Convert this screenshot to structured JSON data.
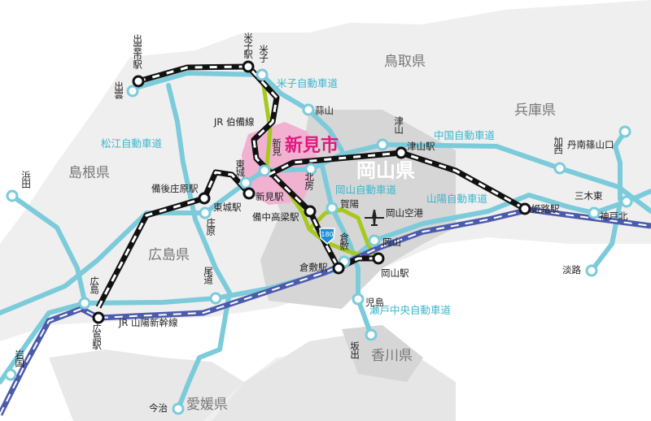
{
  "colors": {
    "land": "#efefef",
    "okayama": "#d6d6d6",
    "niimi": "#f1b2d2",
    "road": "#7ccbdb",
    "shinkansen": "#4c5bab",
    "green_route": "#a7c91e",
    "niimi_text": "#e5177e",
    "road_text": "#3bb6cc"
  },
  "prefectures": {
    "tottori": "鳥取県",
    "hyogo": "兵庫県",
    "shimane": "島根県",
    "hiroshima": "広島県",
    "kagawa": "香川県",
    "ehime": "愛媛県",
    "okayama": "岡山県"
  },
  "city": "新見市",
  "roads": {
    "yonago": "米子自動車道",
    "matsue": "松江自動車道",
    "chugoku": "中国自動車道",
    "okayama": "岡山自動車道",
    "sanyo": "山陽自動車道",
    "seto_chuo": "瀬戸中央自動車道"
  },
  "route_number": "180",
  "lines": {
    "hakubi": "JR 伯備線",
    "sanyo_shinkansen": "JR 山陽新幹線"
  },
  "stations": {
    "izumoshi": "出雲市駅",
    "yonago": "米子駅",
    "niimi": "新見駅",
    "tojo": "東城駅",
    "bingo_shobara": "備後庄原駅",
    "bitchu_takahashi": "備中高梁駅",
    "kurashiki": "倉敷駅",
    "okayama": "岡山駅",
    "tsuyama": "津山駅",
    "himeji": "姫路駅",
    "hiroshima": "広島駅"
  },
  "interchanges": {
    "izumo": "出雲",
    "yonago": "米子",
    "hiruzen": "蒜山",
    "niimi": "新見",
    "tojo": "東城",
    "hokubo": "北房",
    "shobara": "庄原",
    "tsuyama": "津山",
    "kasai": "加西",
    "tannan": "丹南篠山口",
    "mikihigashi": "三木東",
    "kobekita": "神戸北",
    "awaji": "淡路",
    "kayo": "賀陽",
    "okayama": "岡山",
    "kurashiki": "倉敷",
    "kojima": "児島",
    "sakaide": "坂出",
    "onomichi": "尾道",
    "hiroshima": "広島",
    "hamada": "浜田",
    "iwakuni": "岩国",
    "imabari": "今治"
  },
  "airport": "岡山空港"
}
